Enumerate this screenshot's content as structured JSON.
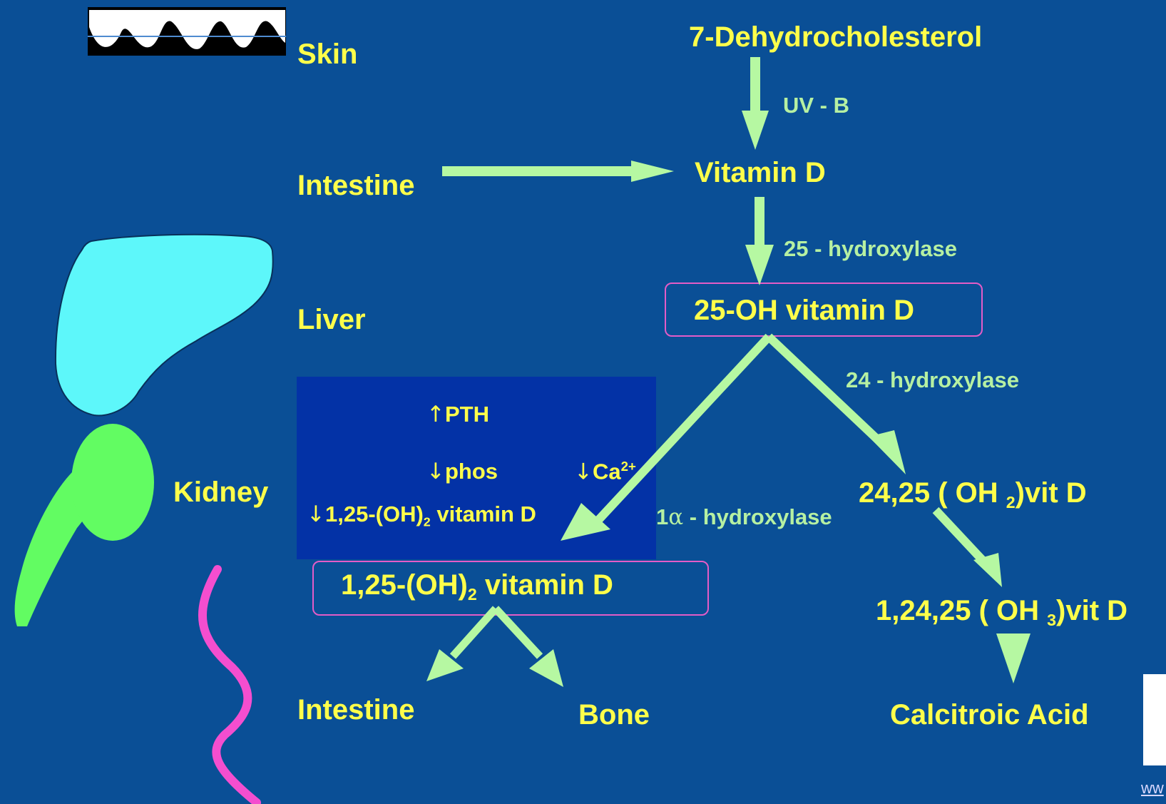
{
  "organs": {
    "skin": "Skin",
    "intestine": "Intestine",
    "liver": "Liver",
    "kidney": "Kidney"
  },
  "pathway": {
    "dehydro": "7-Dehydrocholesterol",
    "uvb": "UV - B",
    "vitd": "Vitamin D",
    "hyd25": "25 - hydroxylase",
    "oh25": "25-OH vitamin D",
    "hyd24": "24 - hydroxylase",
    "oh2425_a": "24,25 ( OH ",
    "oh2425_sub": "2",
    "oh2425_b": ")vit D",
    "hyd1a_a": "1",
    "hyd1a_alpha": "α",
    "hyd1a_b": " - hydroxylase",
    "oh12425_a": "1,24,25 ( OH ",
    "oh12425_sub": "3",
    "oh12425_b": ")vit D",
    "calcitroic": "Calcitroic Acid",
    "active_a": "1,25-(OH)",
    "active_sub": "2",
    "active_b": " vitamin D",
    "target_intestine": "Intestine",
    "target_bone": "Bone"
  },
  "regulation": {
    "pth_arrow": "↑",
    "pth": "PTH",
    "phos_arrow": "↓",
    "phos": "phos",
    "ca_arrow": "↓",
    "ca": "Ca",
    "ca_sup": "2+",
    "vitd_arrow": "↓",
    "vitd_a": "1,25-(OH)",
    "vitd_sub": "2",
    "vitd_b": " vitamin D"
  },
  "footer": {
    "link_text": "ww"
  },
  "colors": {
    "background": "#0a4f96",
    "label": "#ffff4a",
    "enzyme": "#b6f0a2",
    "arrow": "#b6f8a2",
    "box_border": "#e45cc7",
    "regulation_panel": "#0332a6"
  }
}
